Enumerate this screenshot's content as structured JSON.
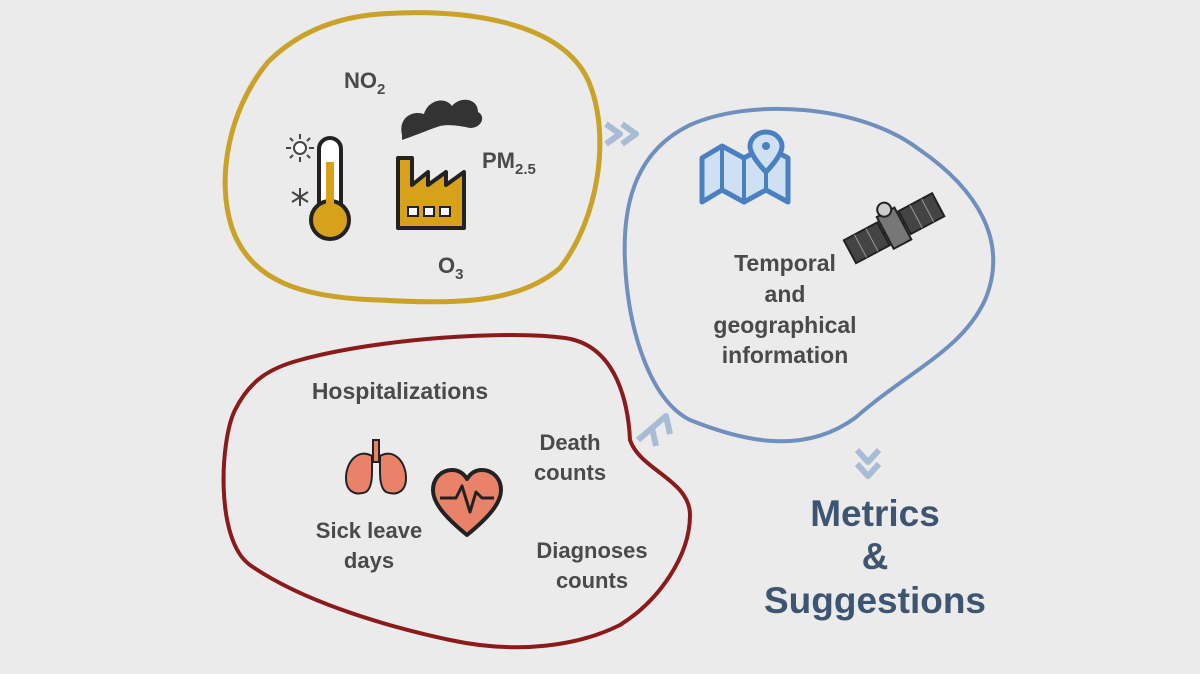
{
  "pollutants": {
    "no2": {
      "base": "NO",
      "sub": "2"
    },
    "pm25": {
      "base": "PM",
      "sub": "2.5"
    },
    "o3": {
      "base": "O",
      "sub": "3"
    }
  },
  "geo": {
    "line1": "Temporal",
    "line2": "and",
    "line3": "geographical",
    "line4": "information"
  },
  "health": {
    "hospitalizations": "Hospitalizations",
    "death_line1": "Death",
    "death_line2": "counts",
    "sick_line1": "Sick leave",
    "sick_line2": "days",
    "diag_line1": "Diagnoses",
    "diag_line2": "counts"
  },
  "output": {
    "line1": "Metrics",
    "line2": "&",
    "line3": "Suggestions"
  },
  "colors": {
    "environment_outline": "#c9a227",
    "geo_outline": "#6f8fbe",
    "health_outline": "#8b1a1a",
    "arrow": "#a9bcd6",
    "metrics_text": "#3d5570",
    "icon_fill": "#d7a21a",
    "organ_fill": "#e8836a"
  },
  "icons": [
    "sun-icon",
    "snowflake-icon",
    "thermometer-icon",
    "factory-icon",
    "smoke-icon",
    "map-pin-icon",
    "satellite-icon",
    "lungs-icon",
    "heart-pulse-icon",
    "chevron-double-icon"
  ]
}
